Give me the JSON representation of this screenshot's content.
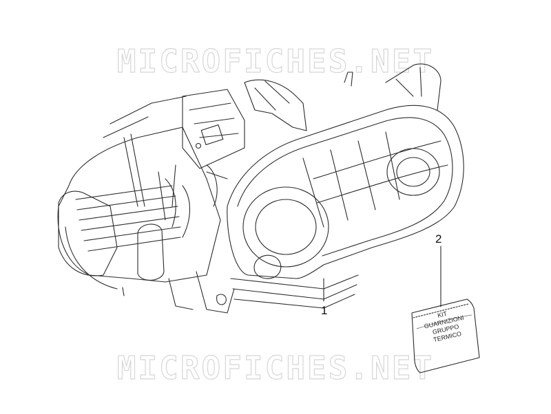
{
  "watermark": {
    "top": "MICROFICHES.NET",
    "bottom": "MICROFICHES.NET"
  },
  "callouts": {
    "engine": "1",
    "kit": "2"
  },
  "kit_label": {
    "line1": "KIT",
    "line2": "GUARNIZIONI",
    "line3": "GRUPPO",
    "line4": "TERMICO"
  },
  "colors": {
    "line": "#2a2a2a",
    "watermark": "#d6d6d6",
    "background": "#ffffff"
  }
}
